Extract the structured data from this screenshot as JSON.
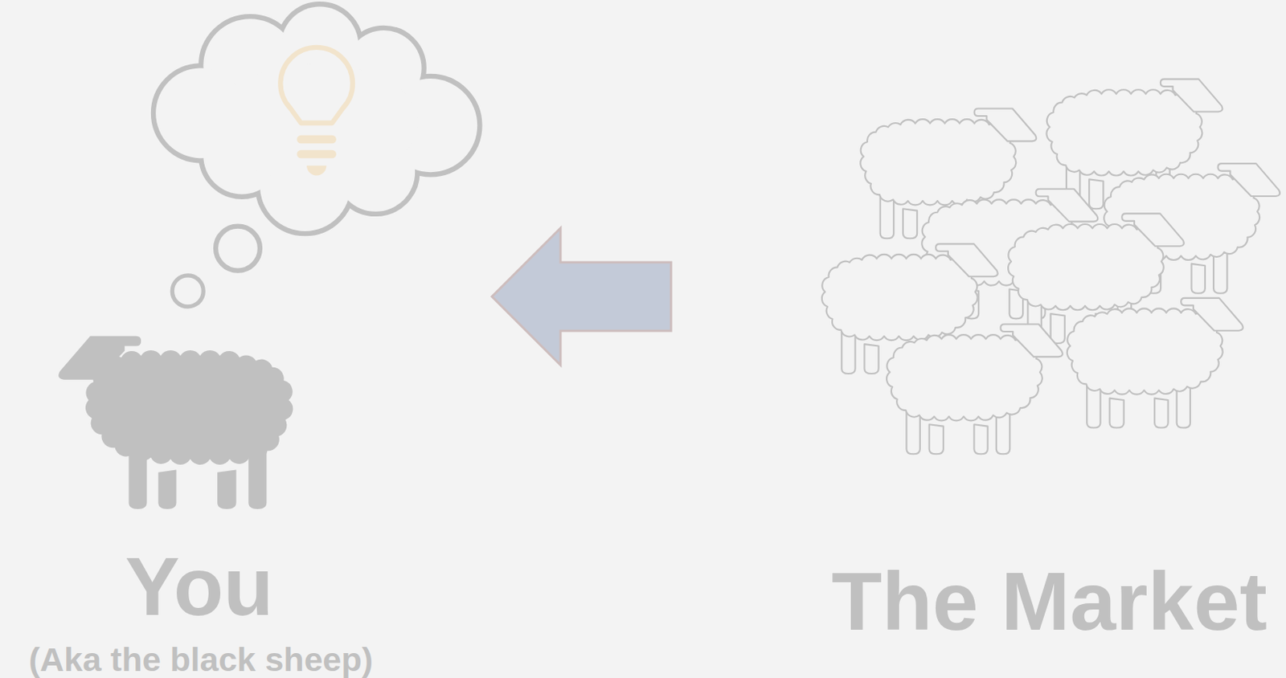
{
  "diagram": {
    "nodes": [
      {
        "text": [
          "You",
          "(Aka the black sheep)"
        ]
      },
      {
        "text": [
          "The Market"
        ]
      }
    ],
    "edges": [
      {
        "from": 1,
        "to": 0,
        "arrow": "to"
      }
    ]
  }
}
